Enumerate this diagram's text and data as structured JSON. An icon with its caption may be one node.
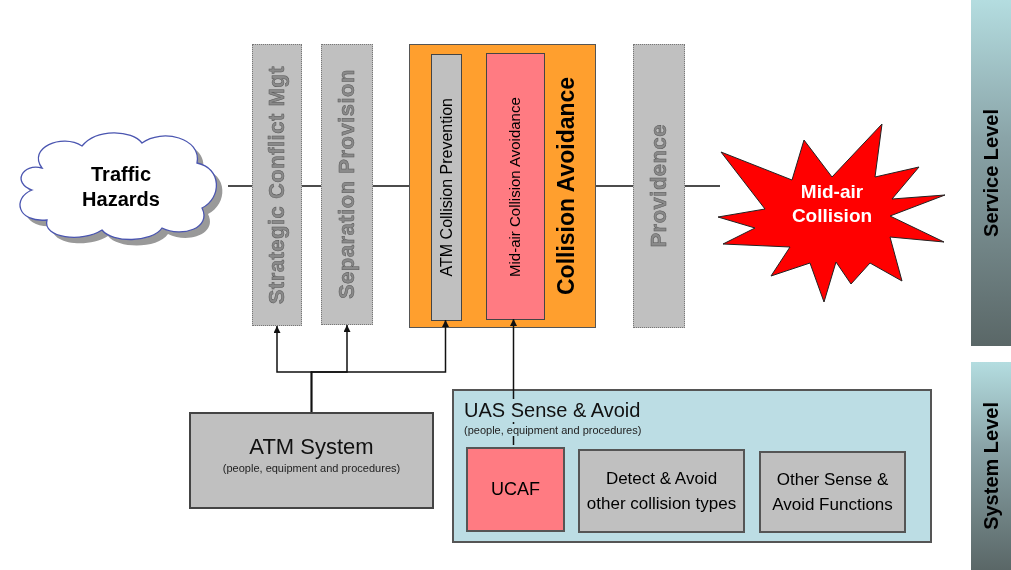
{
  "diagram": {
    "nodes": [
      {
        "text": [
          "Traffic Hazards"
        ]
      },
      {
        "text": [
          "Strategic Conflict Mgt"
        ]
      },
      {
        "text": [
          "Separation Provision"
        ]
      },
      {
        "text": [
          "Collision Avoidance"
        ]
      },
      {
        "text": [
          "ATM Collision Prevention"
        ],
        "in": 3
      },
      {
        "text": [
          "Mid-air Collision Avoidance"
        ],
        "in": 3
      },
      {
        "text": [
          "Providence"
        ]
      },
      {
        "text": [
          "Mid-air Collision"
        ]
      },
      {
        "text": [
          "ATM System",
          "(people, equipment and procedures)"
        ]
      },
      {
        "text": [
          "UAS Sense & Avoid",
          "(people, equipment and procedures)"
        ]
      },
      {
        "text": [
          "UCAF"
        ],
        "in": 9
      },
      {
        "text": [
          "Detect & Avoid other collision types"
        ],
        "in": 9
      },
      {
        "text": [
          "Other Sense & Avoid Functions"
        ],
        "in": 9
      },
      {
        "text": [
          "Service Level"
        ]
      },
      {
        "text": [
          "System Level"
        ]
      }
    ],
    "edges": [
      {
        "from": 0,
        "to": 1,
        "arrow": "none"
      },
      {
        "from": 1,
        "to": 2,
        "arrow": "none"
      },
      {
        "from": 2,
        "to": 3,
        "arrow": "none"
      },
      {
        "from": 3,
        "to": 6,
        "arrow": "none"
      },
      {
        "from": 6,
        "to": 7,
        "arrow": "none"
      },
      {
        "from": 8,
        "to": 1,
        "arrow": "to"
      },
      {
        "from": 8,
        "to": 2,
        "arrow": "to"
      },
      {
        "from": 8,
        "to": 4,
        "arrow": "to"
      },
      {
        "from": 10,
        "to": 5,
        "arrow": "to"
      }
    ]
  }
}
